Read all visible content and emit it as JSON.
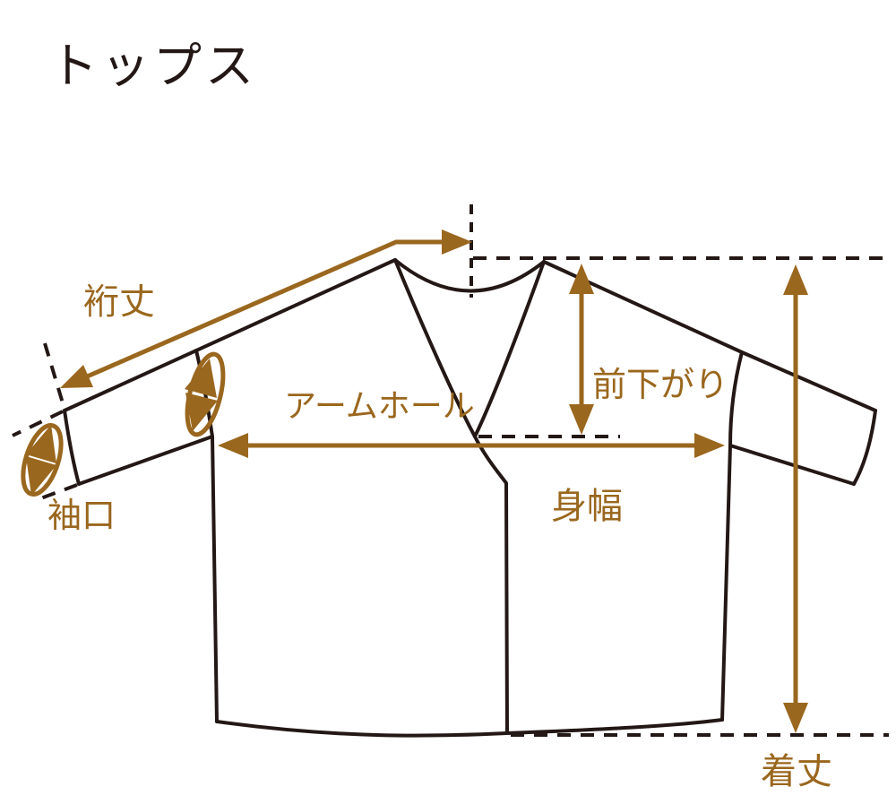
{
  "title": "トップス",
  "colors": {
    "accent_brown": "#9a671e",
    "line_black": "#231815",
    "background": "#ffffff"
  },
  "diagram": {
    "type": "garment-measurement-diagram",
    "labels": {
      "yukitake": "裄丈",
      "sodeguchi": "袖口",
      "armhole": "アームホール",
      "maesagari": "前下がり",
      "mihaba": "身幅",
      "kitake": "着丈"
    }
  }
}
